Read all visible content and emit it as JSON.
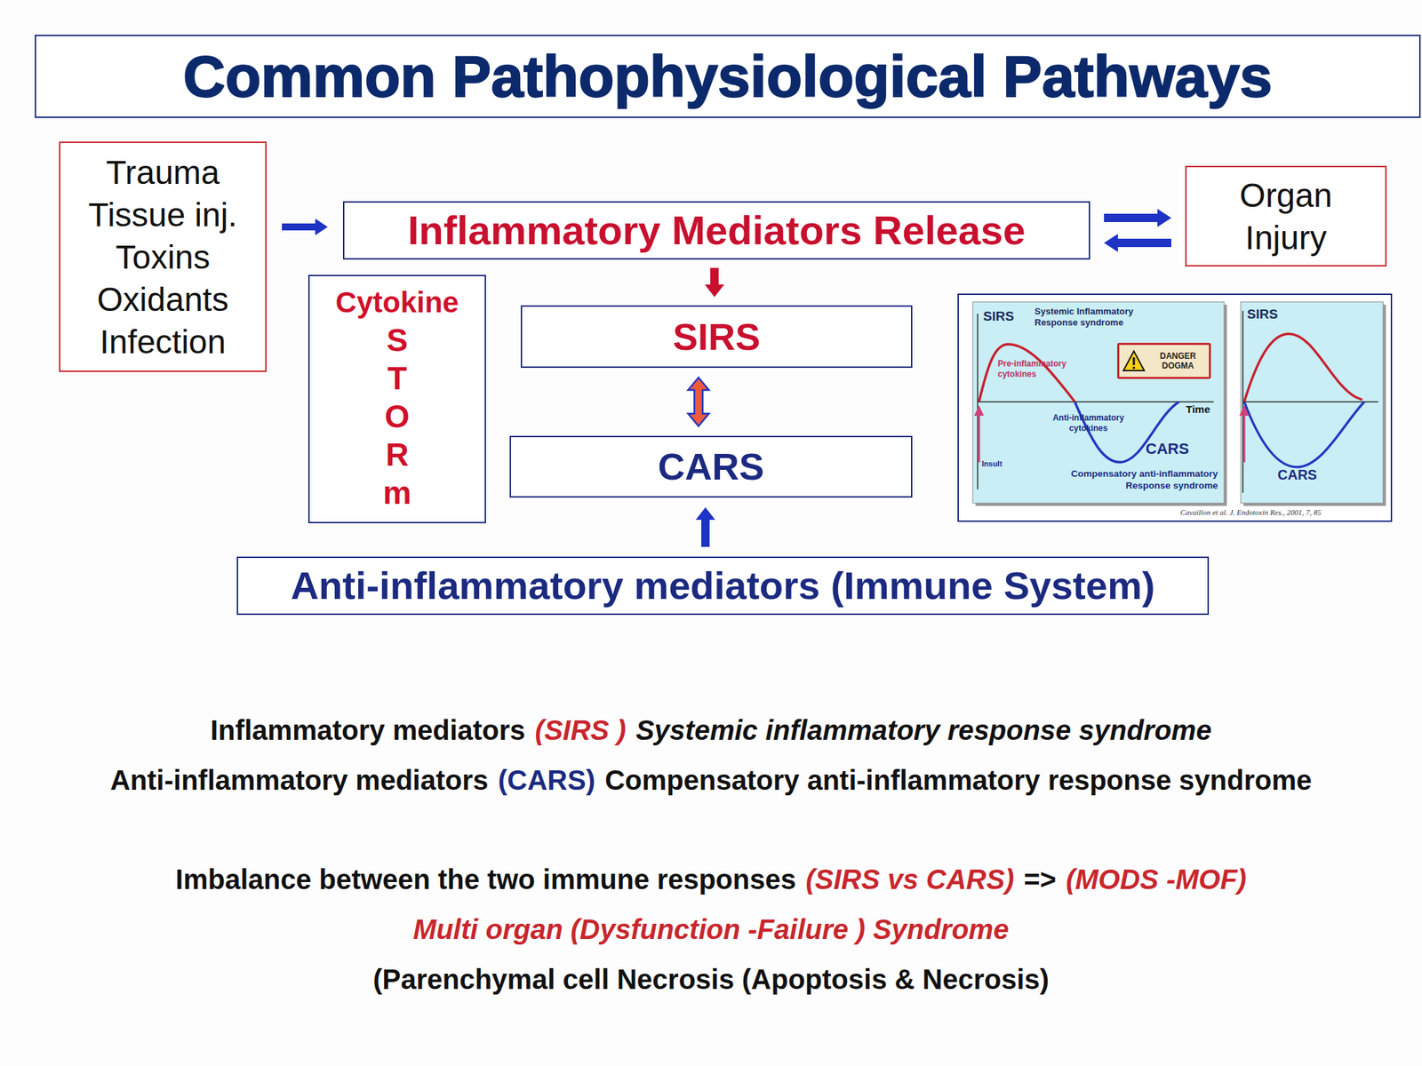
{
  "diagram": {
    "title": "Common Pathophysiological Pathways",
    "nodes": [
      {
        "text": [
          "Trauma Tissue inj. Toxins Oxidants Infection"
        ]
      },
      {
        "text": [
          "Inflammatory Mediators Release"
        ]
      },
      {
        "text": [
          "Organ Injury"
        ]
      },
      {
        "text": [
          "Cytokine",
          "S T O R m"
        ]
      },
      {
        "text": [
          "SIRS"
        ]
      },
      {
        "text": [
          "CARS"
        ]
      },
      {
        "text": [
          "Anti-inflammatory mediators (Immune System)"
        ]
      },
      {
        "text": [
          "DANGER DOGMA"
        ]
      }
    ],
    "edges": [
      {
        "from": 0,
        "to": 1,
        "arrow": "to"
      },
      {
        "from": 1,
        "to": 2,
        "arrow": "to"
      },
      {
        "from": 2,
        "to": 1,
        "arrow": "to"
      },
      {
        "from": 1,
        "to": 4,
        "arrow": "to"
      },
      {
        "from": 4,
        "to": 5,
        "arrow": "both"
      },
      {
        "from": 6,
        "to": 5,
        "arrow": "to"
      }
    ],
    "labels": [
      "SIRS",
      "Systemic Inflammatory Response syndrome",
      "Pre-inflammatory cytokines",
      "Time",
      "Anti-inflammatory cytokines",
      "CARS",
      "Insult",
      "Compensatory anti-inflammatory Response syndrome",
      "Cavaillon et al. J. Endotoxin Res., 2001, 7, 85",
      "SIRS",
      "CARS",
      "Inflammatory mediators",
      "(SIRS )",
      "Systemic inflammatory response syndrome",
      "Anti-inflammatory mediators",
      "(CARS)",
      "Compensatory anti-inflammatory response syndrome",
      "Imbalance between the two immune responses",
      "(SIRS vs CARS)",
      "=>",
      "(MODS -MOF)",
      "Multi organ (Dysfunction -Failure ) Syndrome",
      "(Parenchymal cell Necrosis (Apoptosis & Necrosis)"
    ]
  }
}
